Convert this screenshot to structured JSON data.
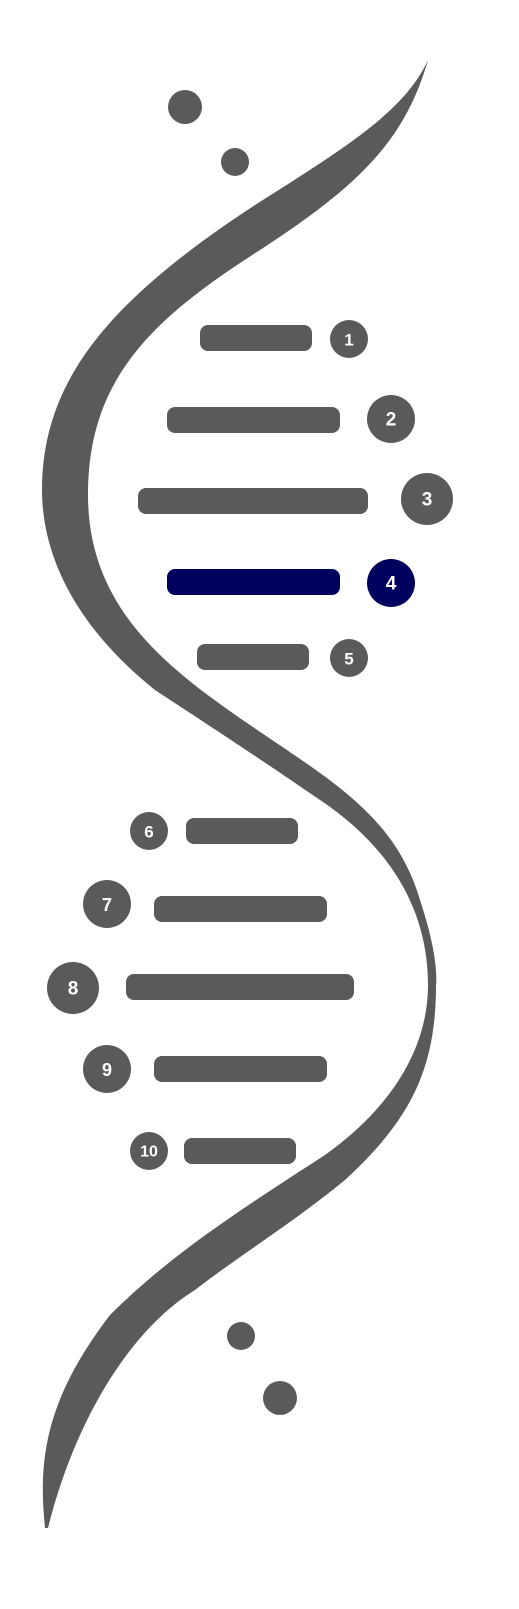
{
  "colors": {
    "strand": "#5a5a5a",
    "rung": "#5a5a5a",
    "badge": "#5a5a5a",
    "highlight": "#00005f",
    "badge_text": "#ffffff"
  },
  "steps": [
    {
      "label": "1",
      "active": false
    },
    {
      "label": "2",
      "active": false
    },
    {
      "label": "3",
      "active": false
    },
    {
      "label": "4",
      "active": true
    },
    {
      "label": "5",
      "active": false
    },
    {
      "label": "6",
      "active": false
    },
    {
      "label": "7",
      "active": false
    },
    {
      "label": "8",
      "active": false
    },
    {
      "label": "9",
      "active": false
    },
    {
      "label": "10",
      "active": false
    }
  ]
}
